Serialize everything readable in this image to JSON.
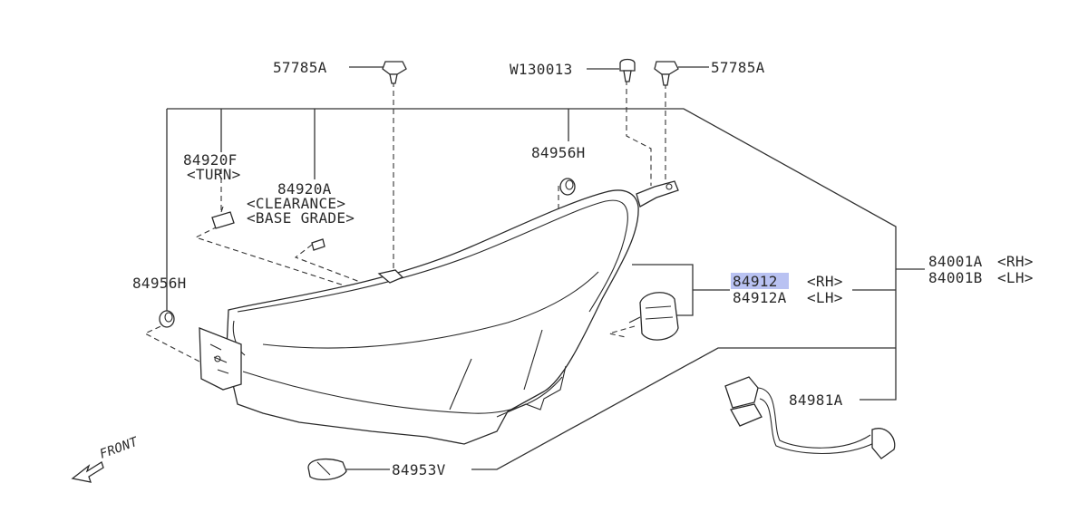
{
  "labels": {
    "p57785A_left": "57785A",
    "pW130013": "W130013",
    "p57785A_right": "57785A",
    "p84920F": "84920F",
    "turn": "<TURN>",
    "p84920A": "84920A",
    "clearance": "<CLEARANCE>",
    "base_grade": "<BASE GRADE>",
    "p84956H_top": "84956H",
    "p84956H_left": "84956H",
    "p84912": "84912",
    "rh": "<RH>",
    "p84912A": "84912A",
    "lh": "<LH>",
    "p84001A": "84001A",
    "p84001A_rh": "<RH>",
    "p84001B": "84001B",
    "p84001B_lh": "<LH>",
    "p84981A": "84981A",
    "p84953V": "84953V",
    "front": "FRONT"
  },
  "highlighted_part": "84912",
  "colors": {
    "highlight": "#b9c2f2",
    "line": "#333333"
  }
}
